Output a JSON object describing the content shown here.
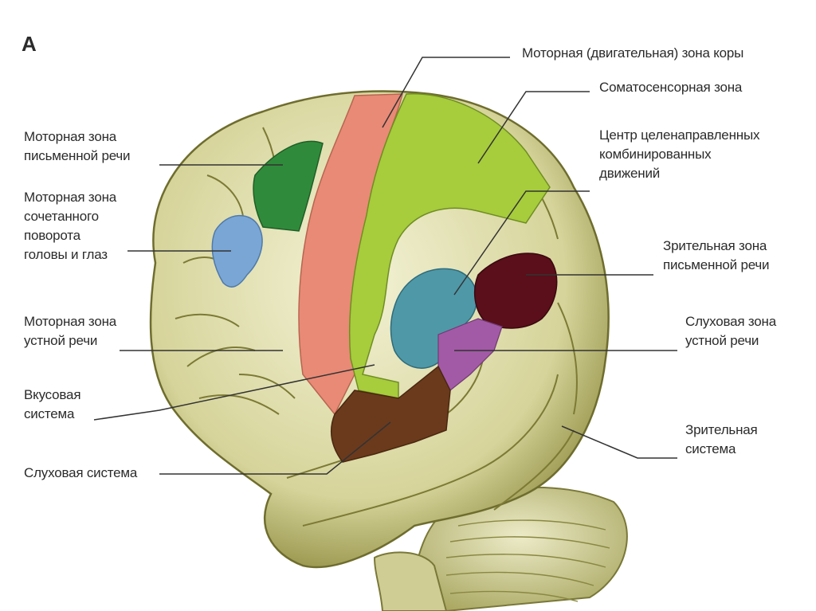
{
  "figure_letter": "А",
  "labels": {
    "motor_cortex": "Моторная (двигательная) зона коры",
    "somatosensory": "Соматосенсорная зона",
    "purposeful_center": [
      "Центр целенаправленных",
      "комбинированных",
      "движений"
    ],
    "written_speech_motor": [
      "Моторная зона",
      "письменной речи"
    ],
    "head_eye_turn": [
      "Моторная зона",
      "сочетанного",
      "поворота",
      "головы и глаз"
    ],
    "oral_speech_motor": [
      "Моторная зона",
      "устной речи"
    ],
    "taste": [
      "Вкусовая",
      "система"
    ],
    "auditory": "Слуховая система",
    "visual_written": [
      "Зрительная зона",
      "письменной речи"
    ],
    "auditory_oral": [
      "Слуховая зона",
      "устной речи"
    ],
    "visual": [
      "Зрительная",
      "система"
    ]
  },
  "colors": {
    "brain_base": "#d9d8a6",
    "brain_shadow": "#8b8a3c",
    "motor_cortex_zone": "#e98a76",
    "somatosensory_zone": "#a7cc3c",
    "written_speech_zone": "#2f8b3b",
    "head_eye_zone": "#7aa6d6",
    "auditory_oral_zone": "#4f98a8",
    "visual_written_zone": "#5a0f1a",
    "purple_zone": "#a35aa6",
    "auditory_zone": "#6b3a1c",
    "leader_line": "#333333"
  }
}
